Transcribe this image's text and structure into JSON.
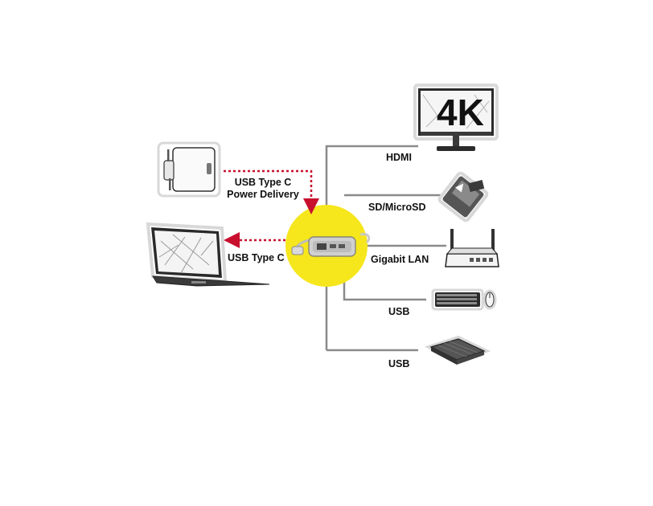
{
  "diagram": {
    "monitor_text": "4K",
    "labels": {
      "power_delivery_line1": "USB Type C",
      "power_delivery_line2": "Power Delivery",
      "laptop_connection": "USB Type C",
      "hdmi": "HDMI",
      "sd_microsd": "SD/MicroSD",
      "gigabit_lan": "Gigabit LAN",
      "usb_keyboard": "USB",
      "usb_drive": "USB"
    },
    "colors": {
      "hub_circle": "#f6e61c",
      "power_arrow": "#c8102e",
      "connector_line": "#8a8a8a"
    }
  }
}
